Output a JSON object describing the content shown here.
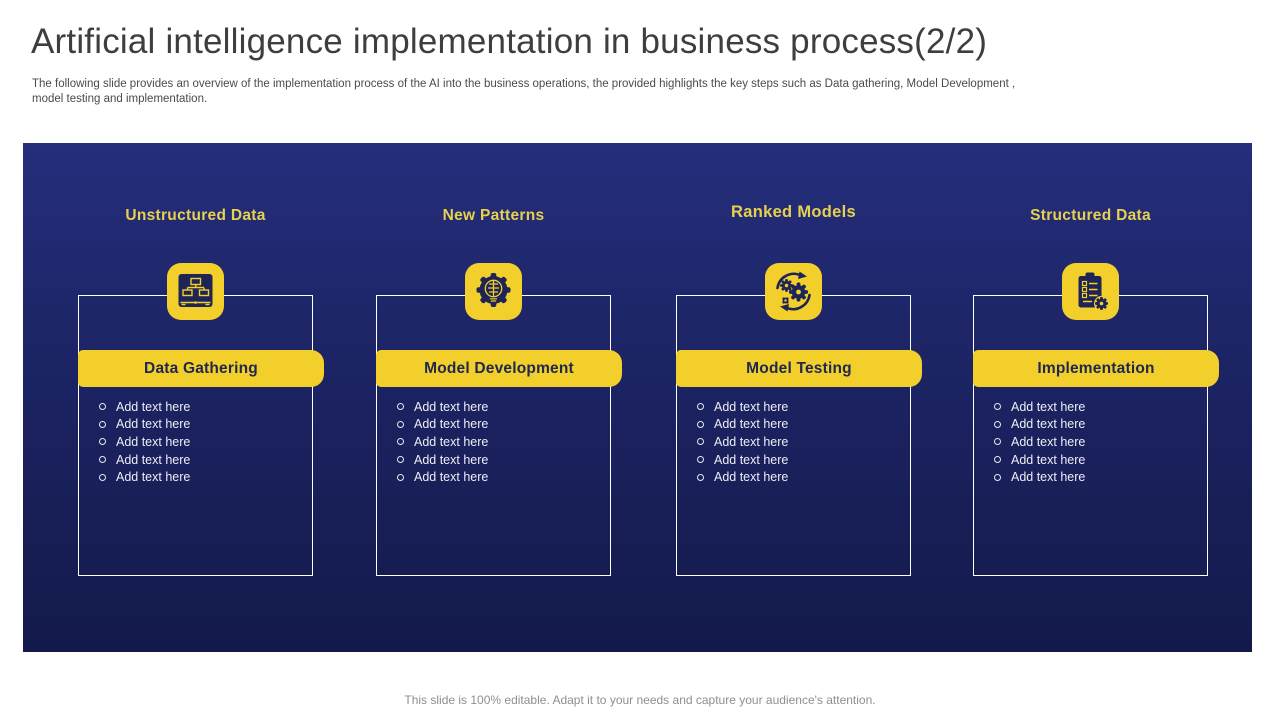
{
  "slide": {
    "title": "Artificial intelligence implementation in business process(2/2)",
    "subtitle": "The following slide provides an overview of the implementation process of the AI into the business operations, the provided highlights the key steps such as Data gathering, Model Development ,\nmodel testing and implementation.",
    "footer": "This slide is 100% editable. Adapt it to your needs and capture your audience's attention."
  },
  "colors": {
    "panel_gradient_top": "#242E7B",
    "panel_gradient_bottom": "#131A4A",
    "accent_yellow": "#F2CF2B",
    "header_text_yellow": "#E7D14F",
    "banner_text_navy": "#20284E",
    "bullet_text": "#EDEEF5",
    "title_gray": "#3E3E3E",
    "footer_gray": "#8F8F8F",
    "icon_glyph_navy": "#1E2556"
  },
  "columns": [
    {
      "header": "Unstructured Data",
      "icon": "flowchart-screen-icon",
      "banner_label": "Data Gathering",
      "bullets": [
        "Add text here",
        "Add text here",
        "Add text here",
        "Add text here",
        "Add text here"
      ]
    },
    {
      "header": "New Patterns",
      "icon": "brain-gear-icon",
      "banner_label": "Model Development",
      "bullets": [
        "Add text here",
        "Add text here",
        "Add text here",
        "Add text here",
        "Add text here"
      ]
    },
    {
      "header": "Ranked Models",
      "icon": "gears-sync-icon",
      "banner_label": "Model Testing",
      "bullets": [
        "Add text here",
        "Add text here",
        "Add text here",
        "Add text here",
        "Add text here"
      ]
    },
    {
      "header": "Structured Data",
      "icon": "clipboard-gear-icon",
      "banner_label": "Implementation",
      "bullets": [
        "Add text here",
        "Add text here",
        "Add text here",
        "Add text here",
        "Add text here"
      ]
    }
  ]
}
